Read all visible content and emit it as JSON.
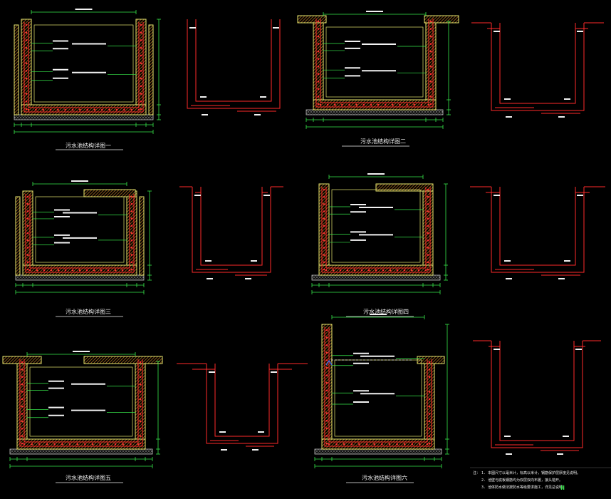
{
  "drawing": {
    "palette": {
      "background": "#000000",
      "concrete_outline": "#e8e870",
      "concrete_hatch": "#c07a24",
      "rebar": "#ff2a2a",
      "rebar_dot": "#ff3030",
      "dimension": "#37e84a",
      "text": "#f2f2f2",
      "base_course": "#bdbdbd",
      "accent_blue": "#3a6bff"
    },
    "sections": [
      {
        "caption": "污水池结构详图一"
      },
      {
        "caption": "污水池结构详图二"
      },
      {
        "caption": "污水池结构详图三"
      },
      {
        "caption": "污水池结构详图四"
      },
      {
        "caption": "污水池结构详图五"
      },
      {
        "caption": "污水池结构详图六"
      }
    ],
    "notes": {
      "heading": "注：",
      "lines": [
        "1. 本图尺寸以毫米计，标高以米计，钢筋保护层厚度见说明。",
        "2. 池壁与底板钢筋均为双层双向布置，接头错开。",
        "3. 池体防水做法按防水等级要求施工，详见总说明。"
      ],
      "marker": "II"
    }
  }
}
